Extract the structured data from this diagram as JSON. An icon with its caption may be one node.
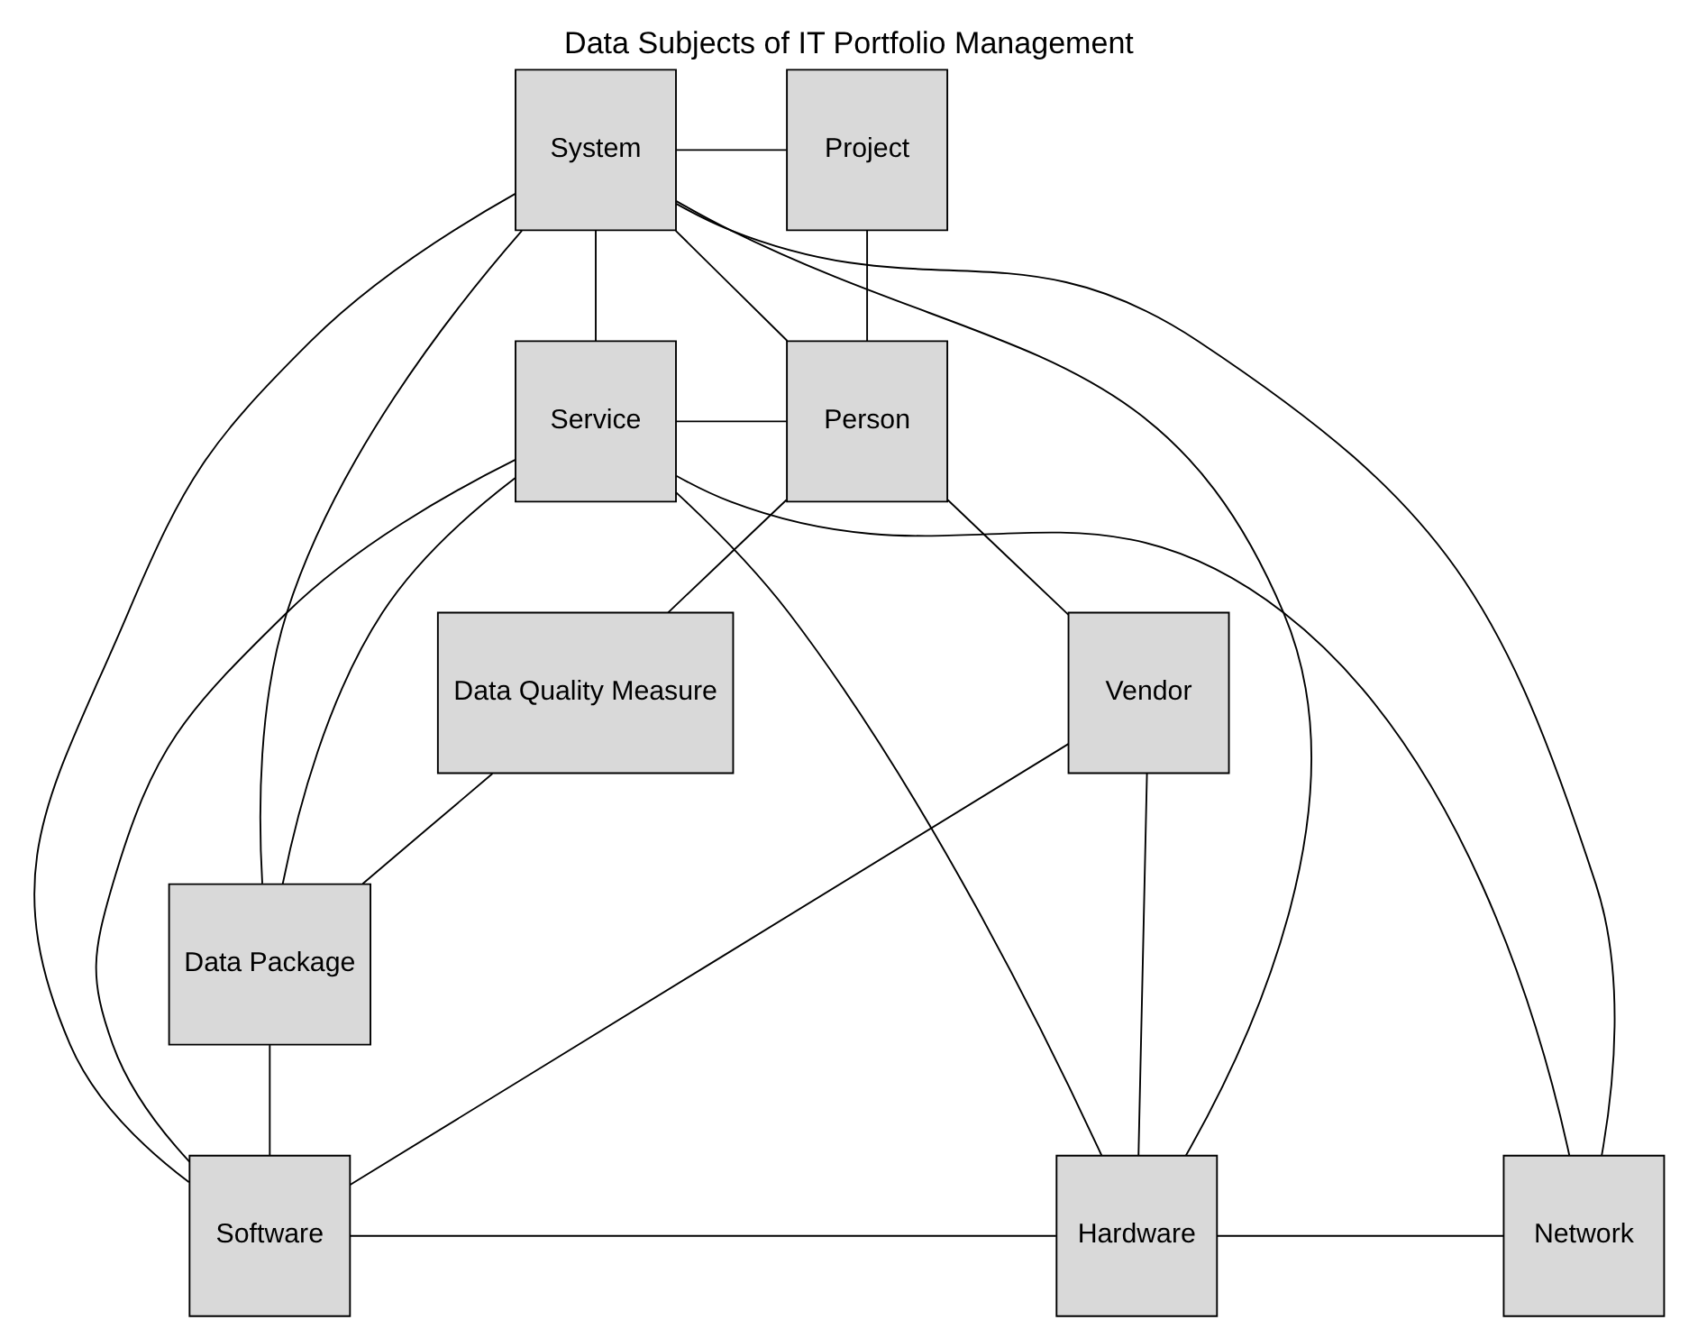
{
  "diagram": {
    "title": "Data Subjects of IT Portfolio Management",
    "nodes": [
      {
        "text": [
          "System"
        ]
      },
      {
        "text": [
          "Project"
        ]
      },
      {
        "text": [
          "Service"
        ]
      },
      {
        "text": [
          "Person"
        ]
      },
      {
        "text": [
          "Data Quality Measure"
        ]
      },
      {
        "text": [
          "Vendor"
        ]
      },
      {
        "text": [
          "Data Package"
        ]
      },
      {
        "text": [
          "Software"
        ]
      },
      {
        "text": [
          "Hardware"
        ]
      },
      {
        "text": [
          "Network"
        ]
      }
    ],
    "edges": [
      {
        "from": 0,
        "to": 1,
        "arrow": "none"
      },
      {
        "from": 1,
        "to": 3,
        "arrow": "none"
      },
      {
        "from": 2,
        "to": 0,
        "arrow": "none"
      },
      {
        "from": 2,
        "to": 3,
        "arrow": "none"
      },
      {
        "from": 0,
        "to": 3,
        "arrow": "none"
      },
      {
        "from": 4,
        "to": 3,
        "arrow": "none"
      },
      {
        "from": 3,
        "to": 5,
        "arrow": "none"
      },
      {
        "from": 4,
        "to": 6,
        "arrow": "none"
      },
      {
        "from": 6,
        "to": 7,
        "arrow": "none"
      },
      {
        "from": 7,
        "to": 8,
        "arrow": "none"
      },
      {
        "from": 8,
        "to": 9,
        "arrow": "none"
      },
      {
        "from": 2,
        "to": 6,
        "arrow": "none"
      },
      {
        "from": 2,
        "to": 7,
        "arrow": "none"
      },
      {
        "from": 2,
        "to": 8,
        "arrow": "none"
      },
      {
        "from": 2,
        "to": 9,
        "arrow": "none"
      },
      {
        "from": 0,
        "to": 6,
        "arrow": "none"
      },
      {
        "from": 0,
        "to": 7,
        "arrow": "none"
      },
      {
        "from": 0,
        "to": 8,
        "arrow": "none"
      },
      {
        "from": 0,
        "to": 9,
        "arrow": "none"
      },
      {
        "from": 5,
        "to": 7,
        "arrow": "none"
      },
      {
        "from": 5,
        "to": 8,
        "arrow": "none"
      }
    ]
  }
}
